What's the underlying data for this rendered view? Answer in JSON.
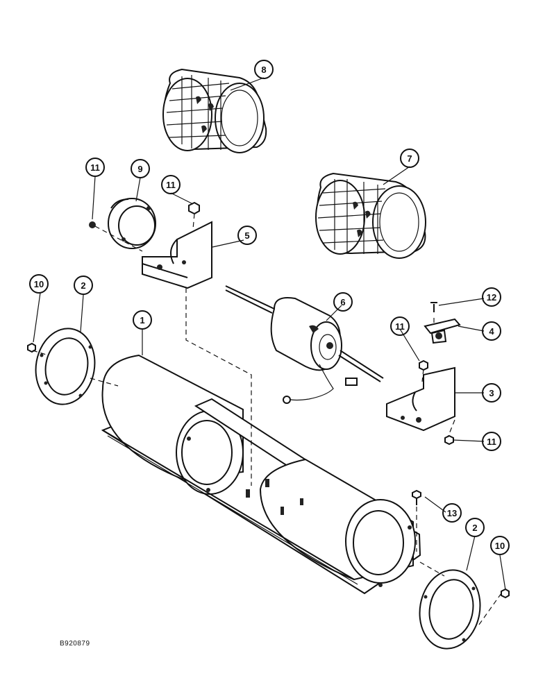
{
  "drawing_code": "B920879",
  "callouts": [
    {
      "id": "1",
      "part": "blower-housing"
    },
    {
      "id": "2",
      "part": "mounting-ring-left"
    },
    {
      "id": "2",
      "part": "mounting-ring-right"
    },
    {
      "id": "3",
      "part": "motor-bracket-right"
    },
    {
      "id": "4",
      "part": "clip"
    },
    {
      "id": "5",
      "part": "motor-bracket-left"
    },
    {
      "id": "6",
      "part": "blower-motor"
    },
    {
      "id": "7",
      "part": "blower-wheel-right"
    },
    {
      "id": "8",
      "part": "blower-wheel-left"
    },
    {
      "id": "9",
      "part": "motor-ring"
    },
    {
      "id": "10",
      "part": "screw-left"
    },
    {
      "id": "10",
      "part": "screw-right"
    },
    {
      "id": "11",
      "part": "nut-upper-left"
    },
    {
      "id": "11",
      "part": "nut-bracket-left"
    },
    {
      "id": "11",
      "part": "nut-bracket-right"
    },
    {
      "id": "11",
      "part": "nut-lower-right"
    },
    {
      "id": "12",
      "part": "clip-screw"
    },
    {
      "id": "13",
      "part": "housing-screw"
    }
  ]
}
